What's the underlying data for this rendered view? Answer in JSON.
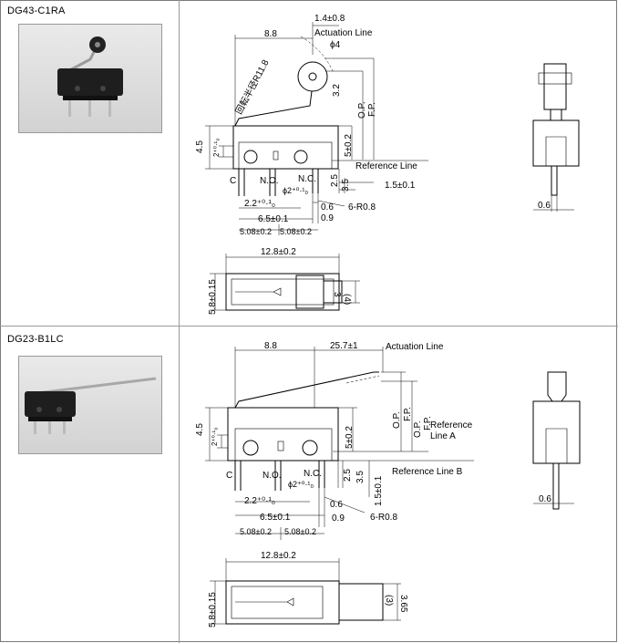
{
  "models": [
    {
      "name": "DG43-C1RA",
      "dims": {
        "overall": "8.8",
        "actuator_offset": "1.4±0.8",
        "actuation_line": "Actuation Line",
        "roller_dia": "ϕ4",
        "roller_radius_label": "回転半径R11.8",
        "roller_size": "3.2",
        "op": "O.P.",
        "fp": "F.P.",
        "height": "4.5",
        "hole_dia_small": "2⁺⁰·¹₀",
        "body_height": "5±0.2",
        "reference_line": "Reference Line",
        "pin_c": "C",
        "pin_no": "N.O.",
        "pin_nc": "N.C.",
        "hole_dia": "ϕ2⁺⁰·¹₀",
        "pin_h1": "2.5",
        "pin_h2": "3.5",
        "ref_offset": "1.5±0.1",
        "hole_pitch": "2.2⁺⁰·¹₀",
        "pin_w": "0.6",
        "pin_w2": "0.9",
        "pin_radius": "6-R0.8",
        "hole_spacing": "6.5±0.1",
        "pitch1": "5.08±0.2",
        "pitch2": "5.08±0.2",
        "side_pin": "0.6",
        "width": "12.8±0.2",
        "depth": "5.8±0.15",
        "roller_w": "3",
        "roller_w2": "(4)"
      }
    },
    {
      "name": "DG23-B1LC",
      "dims": {
        "overall": "8.8",
        "lever_len": "25.7±1",
        "actuation_line": "Actuation Line",
        "op": "O.P.",
        "fp": "F.P.",
        "op2": "O.P.",
        "fp2": "F.P.",
        "height": "4.5",
        "hole_dia_small": "2⁺⁰·¹₀",
        "body_height": "5±0.2",
        "reference_line_a": "Reference",
        "reference_line_a2": "Line A",
        "reference_line_b": "Reference Line B",
        "pin_c": "C",
        "pin_no": "N.O.",
        "pin_nc": "N.C.",
        "hole_dia": "ϕ2⁺⁰·¹₀",
        "pin_h1": "2.5",
        "pin_h2": "3.5",
        "ref_offset": "1.5±0.1",
        "hole_pitch": "2.2⁺⁰·¹₀",
        "pin_w": "0.6",
        "pin_w2": "0.9",
        "pin_radius": "6-R0.8",
        "hole_spacing": "6.5±0.1",
        "pitch1": "5.08±0.2",
        "pitch2": "5.08±0.2",
        "side_pin": "0.6",
        "width": "12.8±0.2",
        "depth": "5.8±0.15",
        "lever_w": "(3)",
        "lever_w2": "3.65"
      }
    }
  ]
}
